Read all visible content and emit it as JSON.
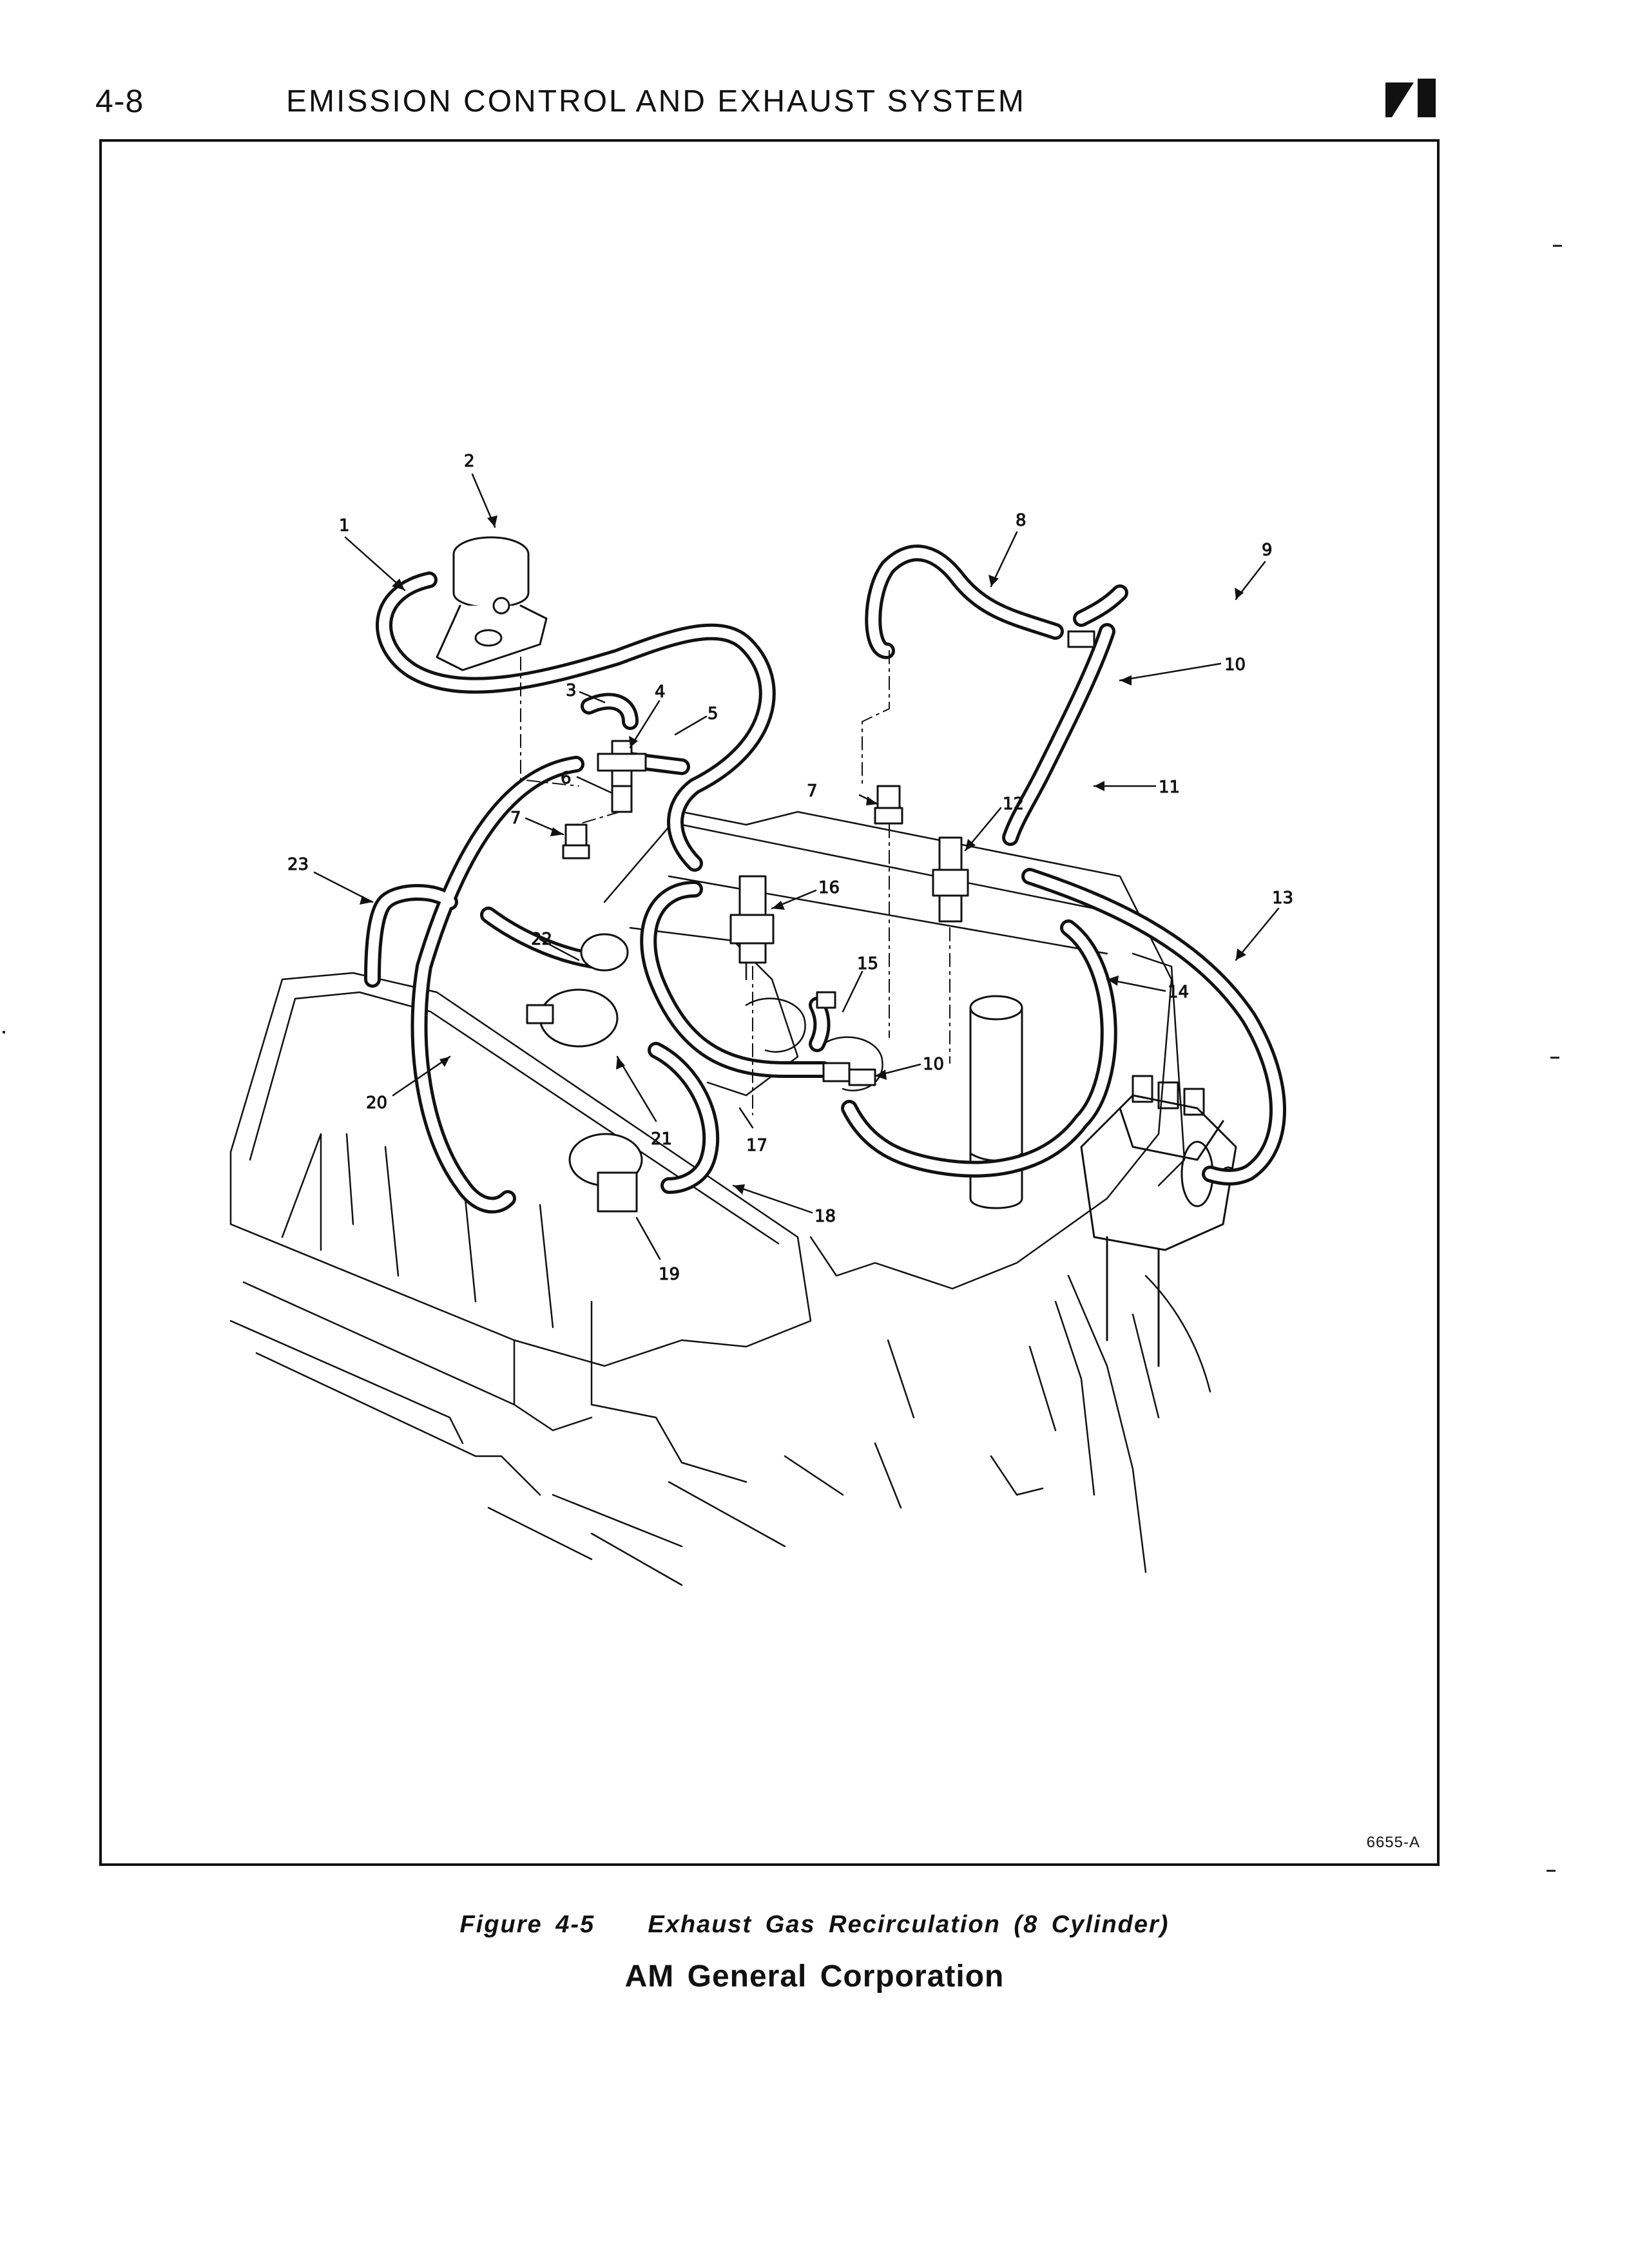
{
  "header": {
    "page_number": "4-8",
    "section_title": "EMISSION CONTROL AND EXHAUST SYSTEM",
    "logo": "jeep-logo-mark"
  },
  "figure": {
    "code": "6655-A",
    "callouts": [
      "1",
      "2",
      "3",
      "4",
      "5",
      "6",
      "7",
      "7",
      "8",
      "9",
      "10",
      "10",
      "11",
      "12",
      "13",
      "14",
      "15",
      "16",
      "17",
      "18",
      "19",
      "20",
      "21",
      "22",
      "23"
    ]
  },
  "caption": {
    "figure_label": "Figure 4-5",
    "figure_title": "Exhaust Gas Recirculation (8 Cylinder)"
  },
  "footer": {
    "corporation": "AM General Corporation"
  }
}
